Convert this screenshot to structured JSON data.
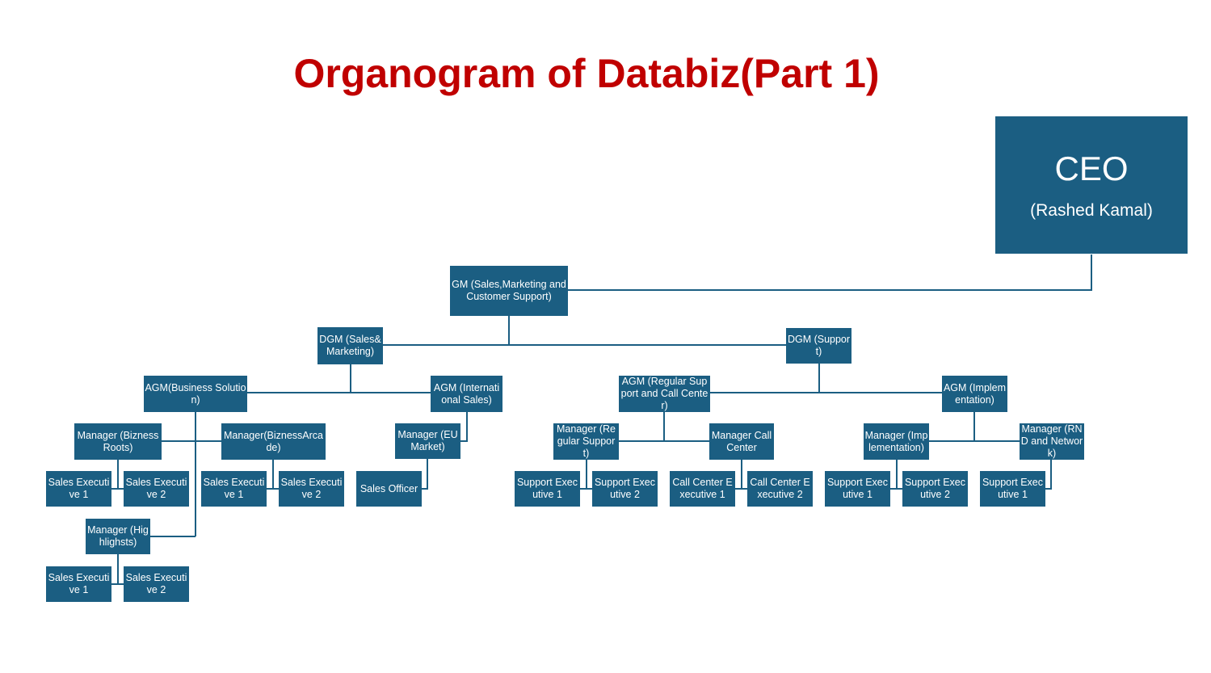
{
  "title": "Organogram of Databiz(Part 1)",
  "colors": {
    "title": "#c00000",
    "box": "#1b5e82",
    "box_text": "#ffffff",
    "line": "#1b5e82"
  },
  "nodes": {
    "ceo_title": "CEO",
    "ceo_name": "(Rashed Kamal)",
    "gm": "GM (Sales,Marketing and Customer Support)",
    "dgm_sales": "DGM (Sales&Marketing)",
    "dgm_support": "DGM (Support)",
    "agm_business": "AGM(Business Solution)",
    "agm_international": "AGM (International Sales)",
    "agm_regular": "AGM (Regular Support and Call Center)",
    "agm_implementation": "AGM (Implementation)",
    "mgr_biznessroots": "Manager (BiznessRoots)",
    "mgr_biznessarcade": "Manager(BiznessArcade)",
    "mgr_eu": "Manager (EU Market)",
    "mgr_regular": "Manager (Regular Support)",
    "mgr_callcenter": "Manager Call Center",
    "mgr_implementation": "Manager (Implementation)",
    "mgr_rnd": "Manager (RND and Network)",
    "mgr_highlights": "Manager (Highlighsts)",
    "se1_roots": "Sales Executive 1",
    "se2_roots": "Sales Executive 2",
    "se1_arcade": "Sales Executive 1",
    "se2_arcade": "Sales Executive 2",
    "sales_officer": "Sales Officer",
    "sup1_regular": "Support Executive 1",
    "sup2_regular": "Support Executive 2",
    "cc1": "Call Center Executive 1",
    "cc2": "Call Center Executive 2",
    "sup1_impl": "Support Executive 1",
    "sup2_impl": "Support Executive 2",
    "sup1_rnd": "Support Executive 1",
    "se1_highlights": "Sales Executive 1",
    "se2_highlights": "Sales Executive 2"
  }
}
